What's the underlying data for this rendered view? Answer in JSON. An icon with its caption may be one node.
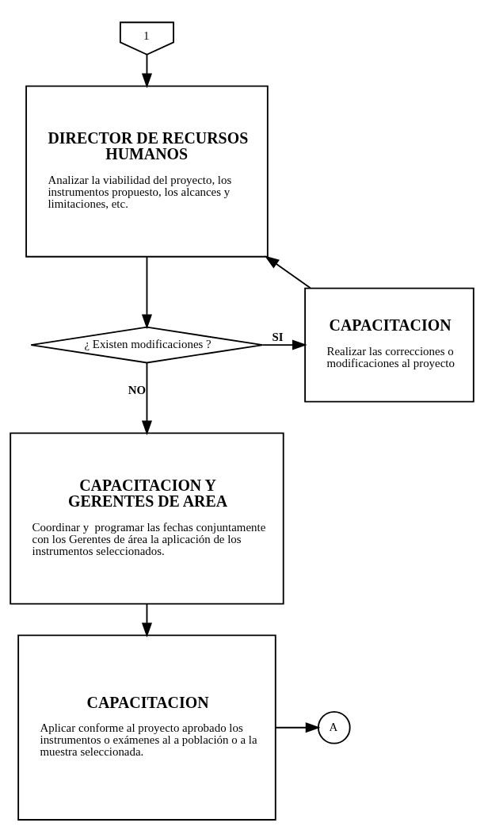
{
  "diagram": {
    "nodes": [
      {
        "text": [
          "1"
        ]
      },
      {
        "text": [
          "DIRECTOR DE RECURSOS HUMANOS",
          "Analizar la viabilidad del proyecto, los instrumentos propuesto, los alcances y limitaciones, etc."
        ]
      },
      {
        "text": [
          "¿ Existen modificaciones ?"
        ]
      },
      {
        "text": [
          "CAPACITACION",
          "Realizar las correcciones o modificaciones al proyecto"
        ]
      },
      {
        "text": [
          "CAPACITACION Y GERENTES DE AREA",
          "Coordinar y  programar las fechas conjuntamente con los Gerentes de área la aplicación de los instrumentos seleccionados."
        ]
      },
      {
        "text": [
          "CAPACITACION",
          "Aplicar conforme al proyecto aprobado los instrumentos o exámenes al a población o a la muestra seleccionada."
        ]
      },
      {
        "text": [
          "A"
        ]
      }
    ],
    "edges": [
      {
        "from": 0,
        "to": 1,
        "arrow": "to"
      },
      {
        "from": 1,
        "to": 2,
        "arrow": "to"
      },
      {
        "from": 2,
        "to": 3,
        "arrow": "to",
        "label": "SI"
      },
      {
        "from": 3,
        "to": 1,
        "arrow": "to"
      },
      {
        "from": 2,
        "to": 4,
        "arrow": "to",
        "label": "NO"
      },
      {
        "from": 4,
        "to": 5,
        "arrow": "to"
      },
      {
        "from": 5,
        "to": 6,
        "arrow": "to"
      }
    ]
  }
}
